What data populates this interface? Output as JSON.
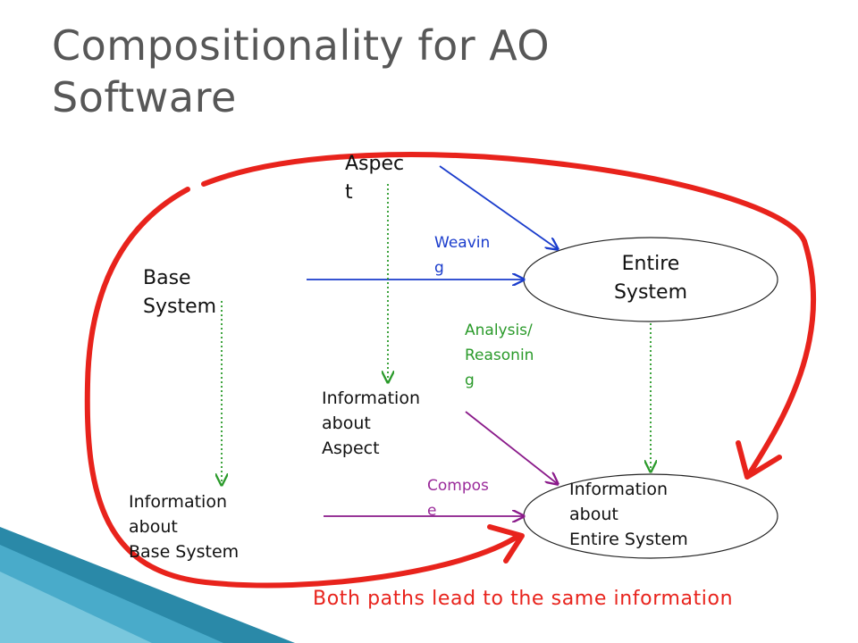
{
  "title": "Compositionality for AO\nSoftware",
  "labels": {
    "aspect": "Aspec\nt",
    "base_system": "Base\nSystem",
    "entire_system": "Entire\nSystem",
    "weaving": "Weavin\ng",
    "analysis": "Analysis/\nReasonin\ng",
    "info_aspect": "Information\nabout\nAspect",
    "info_base": "Information\nabout\nBase System",
    "info_entire": "Information\nabout\nEntire System",
    "compose": "Compos\ne"
  },
  "footer": "Both paths lead to the same information",
  "colors": {
    "blue_arrow": "#1a3ccc",
    "green_arrow": "#2a9a2a",
    "purple_arrow": "#8a1a8a",
    "red_loop": "#e8231c",
    "title_gray": "#575757"
  }
}
